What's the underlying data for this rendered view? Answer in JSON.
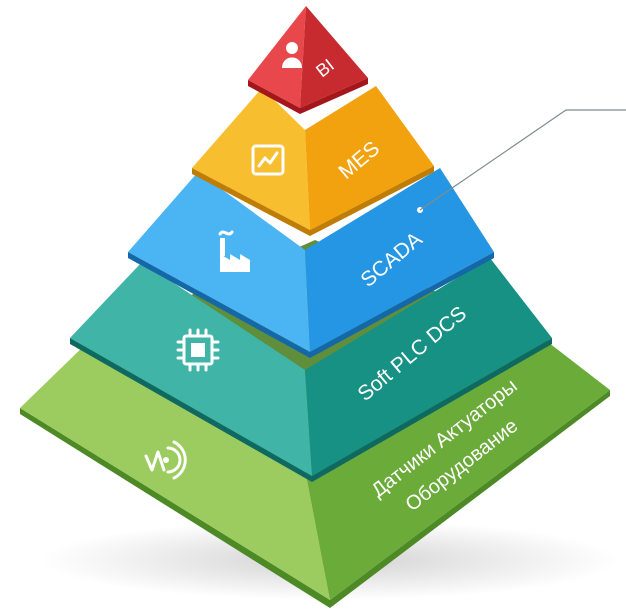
{
  "levels": [
    {
      "id": "bi",
      "label": "BI",
      "icon": "user-icon",
      "colors": {
        "left": "#e8484c",
        "right": "#c72b30",
        "bottom": "#a4161b"
      }
    },
    {
      "id": "mes",
      "label": "MES",
      "icon": "trend-chart-icon",
      "colors": {
        "left": "#f7be2f",
        "right": "#f3a20f",
        "bottom": "#c07d06"
      }
    },
    {
      "id": "scada",
      "label": "SCADA",
      "icon": "factory-icon",
      "colors": {
        "left": "#4ab5f2",
        "right": "#2596e4",
        "bottom": "#1568a8"
      }
    },
    {
      "id": "plc",
      "label": "Soft PLC   DCS",
      "icon": "chip-icon",
      "colors": {
        "left": "#3fb4a7",
        "right": "#169184",
        "bottom": "#0e6a61"
      }
    },
    {
      "id": "field",
      "label_lines": [
        "Датчики  Актуаторы",
        "Оборудование"
      ],
      "icon": "sensor-wave-icon",
      "colors": {
        "left": "#9ccb5f",
        "right": "#6aab3a",
        "bottom": "#4d8a25"
      }
    }
  ]
}
